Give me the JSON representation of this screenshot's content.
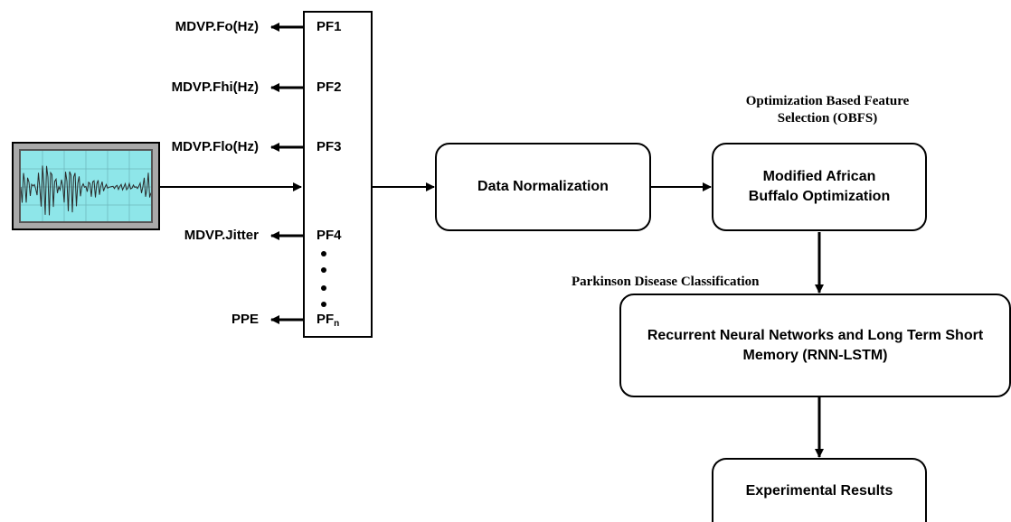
{
  "signal_icon": {
    "icon": "waveform-icon",
    "background": "#8ee6e9",
    "frame": "#a9a9a9",
    "border": "#000000"
  },
  "outputs": [
    {
      "feature": "MDVP.Fo(Hz)",
      "pf": "PF1"
    },
    {
      "feature": "MDVP.Fhi(Hz)",
      "pf": "PF2"
    },
    {
      "feature": "MDVP.Flo(Hz)",
      "pf": "PF3"
    },
    {
      "feature": "MDVP.Jitter",
      "pf": "PF4"
    },
    {
      "feature": "PPE",
      "pf": "PF",
      "pf_sub": "n"
    }
  ],
  "boxes": {
    "normalization": "Data Normalization",
    "obfs_line1": "Modified African",
    "obfs_line2": "Buffalo Optimization",
    "classifier_line1": "Recurrent Neural Networks and Long Term Short",
    "classifier_line2": "Memory (RNN-LSTM)",
    "results": "Experimental Results"
  },
  "captions": {
    "obfs_line1": "Optimization Based Feature",
    "obfs_line2": "Selection (OBFS)",
    "classification": "Parkinson Disease Classification"
  }
}
